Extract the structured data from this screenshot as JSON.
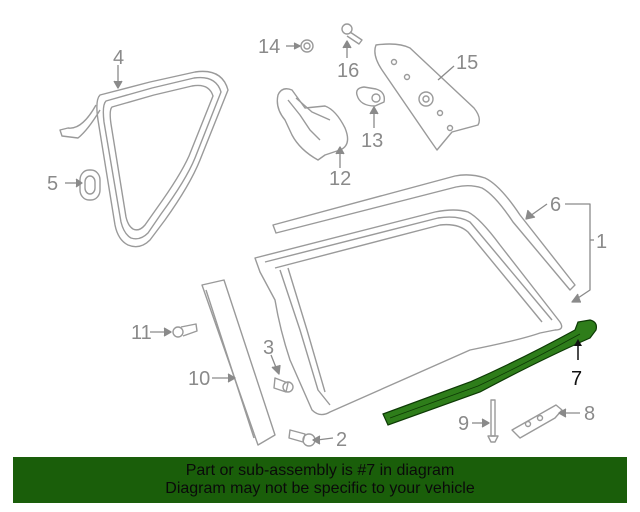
{
  "diagram": {
    "highlighted_part": "7",
    "highlight_color": "#2e7d1a",
    "line_color": "#9a9a9a",
    "callouts": [
      {
        "id": "1",
        "label": "1"
      },
      {
        "id": "2",
        "label": "2"
      },
      {
        "id": "3",
        "label": "3"
      },
      {
        "id": "4",
        "label": "4"
      },
      {
        "id": "5",
        "label": "5"
      },
      {
        "id": "6",
        "label": "6"
      },
      {
        "id": "7",
        "label": "7"
      },
      {
        "id": "8",
        "label": "8"
      },
      {
        "id": "9",
        "label": "9"
      },
      {
        "id": "10",
        "label": "10"
      },
      {
        "id": "11",
        "label": "11"
      },
      {
        "id": "12",
        "label": "12"
      },
      {
        "id": "13",
        "label": "13"
      },
      {
        "id": "14",
        "label": "14"
      },
      {
        "id": "15",
        "label": "15"
      },
      {
        "id": "16",
        "label": "16"
      }
    ]
  },
  "banner": {
    "line1": "Part or sub-assembly is #7 in diagram",
    "line2": "Diagram may not be specific to your vehicle",
    "background": "#1a5e0a"
  }
}
